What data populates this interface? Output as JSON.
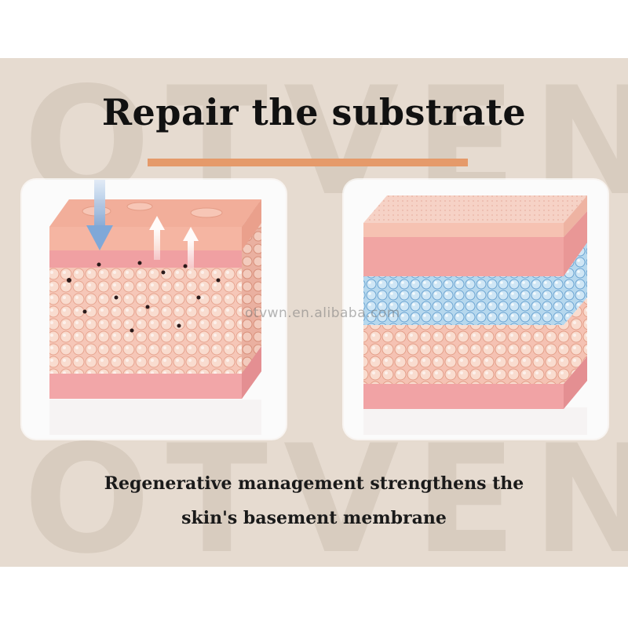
{
  "watermark": {
    "text": "OTVEN"
  },
  "title": "Repair the substrate",
  "subtitle": {
    "line1": "Regenerative management strengthens the",
    "line2": "skin's basement membrane"
  },
  "url_watermark": "otvwn.en.alibaba.com",
  "panels": {
    "left": {
      "icons": [
        "arrow-down-icon",
        "arrow-up-icon"
      ]
    },
    "right": {
      "icons": []
    }
  },
  "colors": {
    "background": "#e6dbd0",
    "accent": "#e59a6a",
    "skin_pink": "#f2a8a8",
    "hydrated_blue": "#9fc8e6"
  }
}
